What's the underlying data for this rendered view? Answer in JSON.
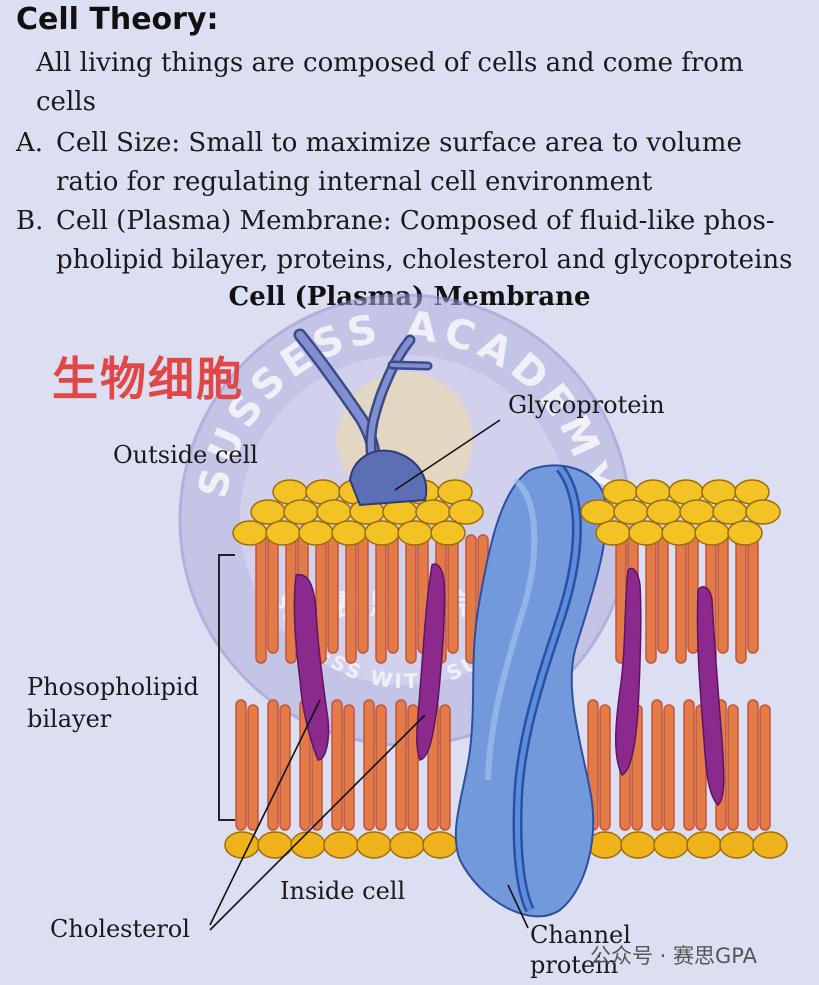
{
  "header": {
    "title": "Cell Theory:",
    "intro": "All living things are composed of cells and come from cells"
  },
  "points": [
    {
      "marker": "A.",
      "text": "Cell Size: Small to maximize surface area to volume ratio for regulating internal cell environment"
    },
    {
      "marker": "B.",
      "text": "Cell (Plasma) Membrane: Composed of fluid-like phos-pholipid bilayer, proteins, cholesterol and glycoproteins"
    }
  ],
  "figure": {
    "title": "Cell (Plasma) Membrane",
    "labels": {
      "glycoprotein": "Glycoprotein",
      "outside_cell": "Outside cell",
      "phospholipid_line1": "Phosopholipid",
      "phospholipid_line2": "bilayer",
      "cholesterol": "Cholesterol",
      "inside_cell": "Inside cell",
      "channel_line1": "Channel",
      "channel_line2": "protein"
    }
  },
  "watermark": {
    "chinese_title": "生物细胞",
    "seal_top": "SUSSESS ACADEMY",
    "seal_middle": "赛思学院",
    "seal_bottom": "SUCCESS WITH SUCCESS",
    "footer": "公众号 · 赛思GPA"
  },
  "colors": {
    "head": "#f0b21a",
    "head_dark": "#f3c326",
    "tail": "#e37b49",
    "tail_dark": "#c4553b",
    "cholesterol": "#8b2a8c",
    "protein": "#6f8fd8",
    "protein_dark": "#4f6fc4",
    "watermark": "#a7a3dc"
  }
}
